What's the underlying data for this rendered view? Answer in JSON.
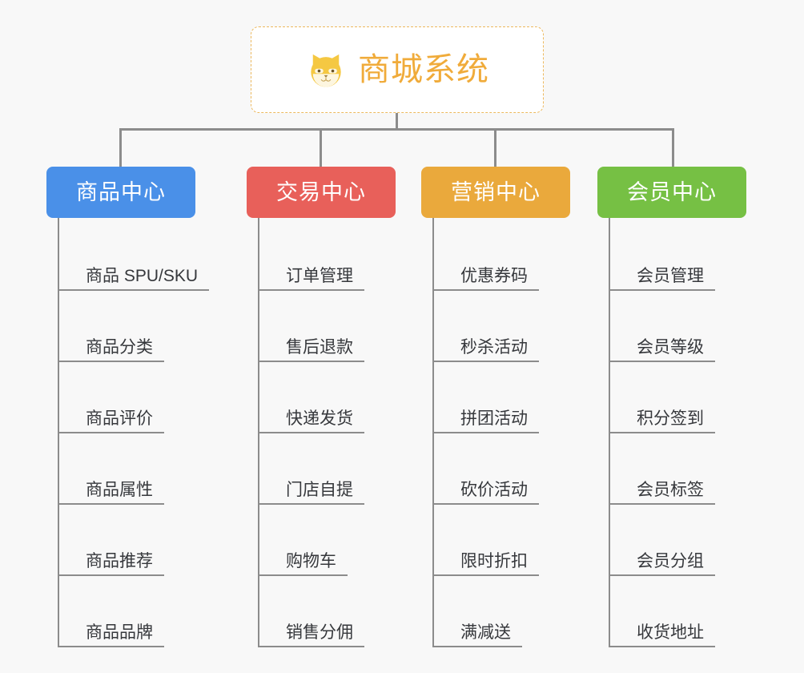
{
  "page": {
    "background_color": "#f8f8f8",
    "connector_color": "#8c8c8c"
  },
  "root": {
    "title": "商城系统",
    "icon": "shiba-dog-face-icon",
    "text_color": "#f0ab3a",
    "border_color": "#edb95e",
    "background_color": "#ffffff"
  },
  "columns": [
    {
      "category": "商品中心",
      "color": "#4a90e8",
      "items": [
        "商品 SPU/SKU",
        "商品分类",
        "商品评价",
        "商品属性",
        "商品推荐",
        "商品品牌"
      ]
    },
    {
      "category": "交易中心",
      "color": "#e8605a",
      "items": [
        "订单管理",
        "售后退款",
        "快递发货",
        "门店自提",
        "购物车",
        "销售分佣"
      ]
    },
    {
      "category": "营销中心",
      "color": "#eaa93c",
      "items": [
        "优惠券码",
        "秒杀活动",
        "拼团活动",
        "砍价活动",
        "限时折扣",
        "满减送"
      ]
    },
    {
      "category": "会员中心",
      "color": "#76c044",
      "items": [
        "会员管理",
        "会员等级",
        "积分签到",
        "会员标签",
        "会员分组",
        "收货地址"
      ]
    }
  ]
}
